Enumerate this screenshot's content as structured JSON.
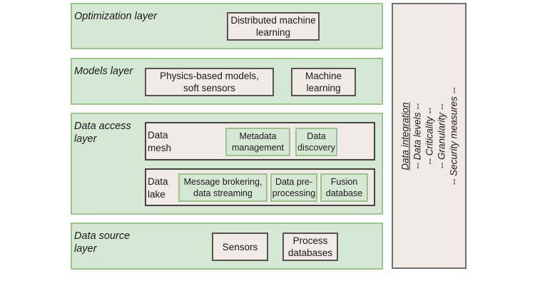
{
  "layers": {
    "optimization": {
      "label": "Optimization layer",
      "boxes": [
        "Distributed machine\nlearning"
      ]
    },
    "models": {
      "label": "Models layer",
      "boxes": [
        "Physics-based models,\nsoft sensors",
        "Machine\nlearning"
      ]
    },
    "data_access": {
      "label": "Data access\nlayer",
      "mesh": {
        "label": "Data\nmesh",
        "boxes": [
          "Metadata\nmanagement",
          "Data\ndiscovery"
        ]
      },
      "lake": {
        "label": "Data\nlake",
        "boxes": [
          "Message brokering,\ndata streaming",
          "Data pre-\nprocessing",
          "Fusion\ndatabase"
        ]
      }
    },
    "data_source": {
      "label": "Data source\nlayer",
      "boxes": [
        "Sensors",
        "Process\ndatabases"
      ]
    }
  },
  "side_panel": {
    "title": "Data integration",
    "items": [
      "-- Data levels --",
      "-- Criticality --",
      "-- Granularity --",
      "-- Security measures --"
    ]
  },
  "colors": {
    "layer_fill": "#d5e8d4",
    "layer_border": "#9cc48e",
    "box_fill": "#f2eae6",
    "box_border": "#555555"
  }
}
